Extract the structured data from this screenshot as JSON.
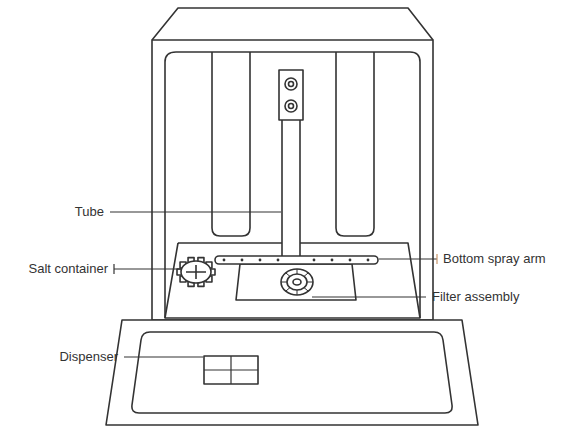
{
  "diagram": {
    "labels": [
      "Tube",
      "Bottom spray arm",
      "Salt container",
      "Filter assembly",
      "Dispenser"
    ]
  }
}
